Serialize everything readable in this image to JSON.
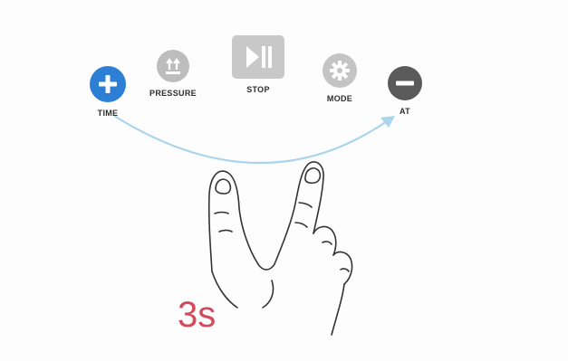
{
  "controls": {
    "time": {
      "label": "TIME",
      "icon": "plus-icon",
      "color": "#2d7fd6"
    },
    "pressure": {
      "label": "PRESSURE",
      "icon": "pressure-icon",
      "color": "#bdbdbd"
    },
    "stop": {
      "label": "STOP",
      "icon": "play-pause-icon",
      "color": "#c8c8c8"
    },
    "mode": {
      "label": "MODE",
      "icon": "gear-icon",
      "color": "#c4c4c4"
    },
    "at": {
      "label": "AT",
      "icon": "minus-icon",
      "color": "#5a5a5a"
    }
  },
  "gesture": {
    "arrow_color": "#a9d4ec",
    "duration": "3s",
    "duration_color": "#d24a5c"
  }
}
